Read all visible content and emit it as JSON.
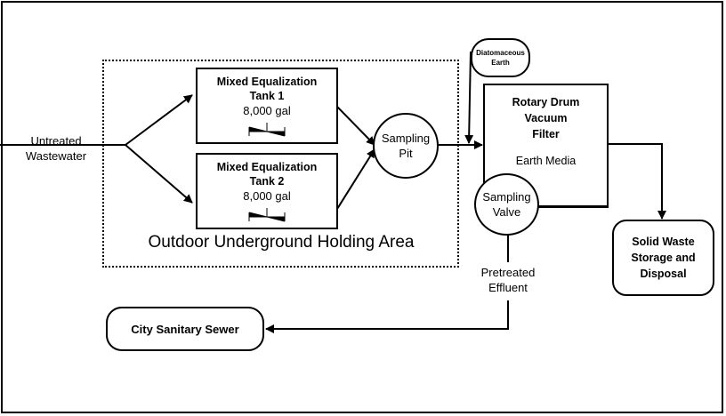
{
  "inputs": {
    "untreated": [
      "Untreated",
      "Wastewater"
    ],
    "diatomaceous": [
      "Diatomaceous",
      "Earth"
    ]
  },
  "holding_area": {
    "label": "Outdoor Underground Holding Area",
    "tank1": {
      "title": [
        "Mixed Equalization",
        "Tank 1"
      ],
      "capacity": "8,000 gal"
    },
    "tank2": {
      "title": [
        "Mixed Equalization",
        "Tank 2"
      ],
      "capacity": "8,000 gal"
    }
  },
  "sampling_pit": [
    "Sampling",
    "Pit"
  ],
  "filter": {
    "title": [
      "Rotary Drum",
      "Vacuum",
      "Filter"
    ],
    "media": "Earth Media"
  },
  "sampling_valve": [
    "Sampling",
    "Valve"
  ],
  "solid_waste": [
    "Solid Waste",
    "Storage and",
    "Disposal"
  ],
  "effluent": [
    "Pretreated",
    "Effluent"
  ],
  "sewer": "City Sanitary Sewer"
}
